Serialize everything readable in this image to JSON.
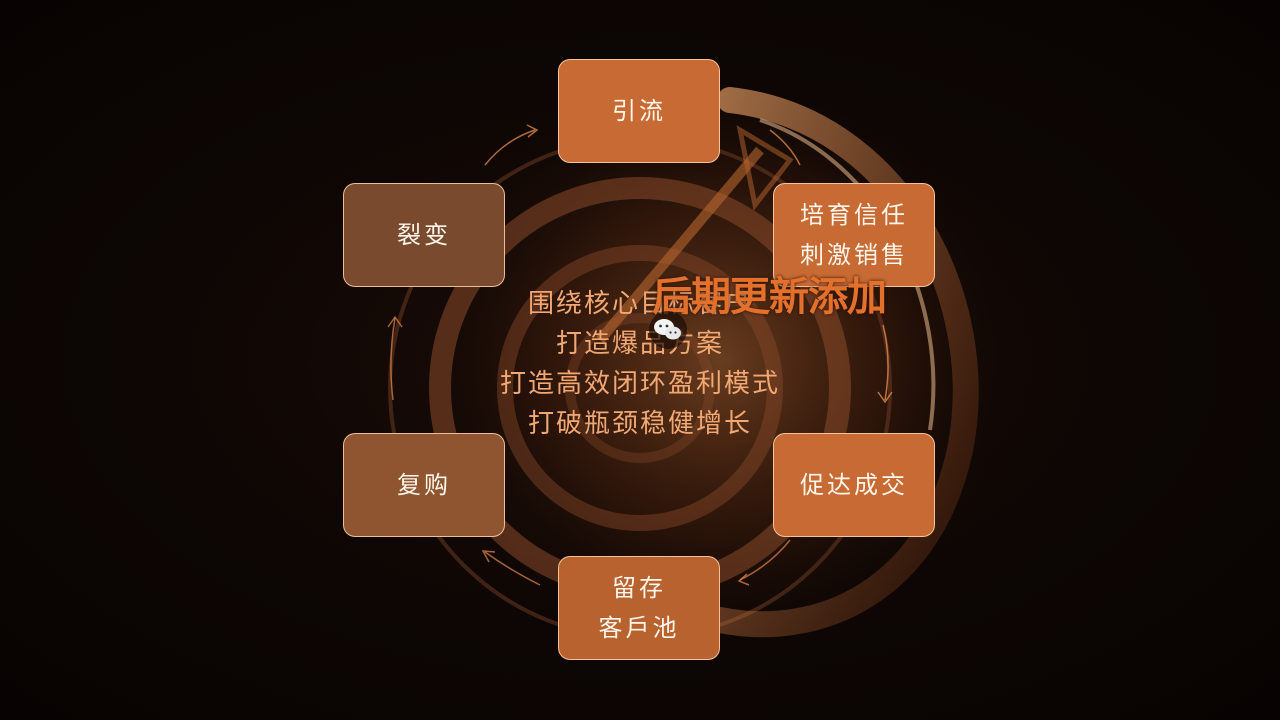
{
  "colors": {
    "background": "#0c0504",
    "node_orange": "#c76a34",
    "node_brown": "#7a4a2f",
    "ring": "#e58a4c",
    "center_text": "#f2a873",
    "watermark": "#e4712b"
  },
  "cycle": {
    "nodes": [
      {
        "id": "yinliu",
        "lines": [
          "引流"
        ]
      },
      {
        "id": "peiyu",
        "lines": [
          "培育信任",
          "刺激销售"
        ]
      },
      {
        "id": "cuda",
        "lines": [
          "促达成交"
        ]
      },
      {
        "id": "liucun",
        "lines": [
          "留存",
          "客戶池"
        ]
      },
      {
        "id": "fugou",
        "lines": [
          "复购"
        ]
      },
      {
        "id": "liebian",
        "lines": [
          "裂变"
        ]
      }
    ]
  },
  "center": {
    "lines": [
      "围绕核心目标客户",
      "打造爆品方案",
      "打造高效闭环盈利模式",
      "打破瓶颈稳健增长"
    ]
  },
  "watermark": {
    "text": "后期更新添加",
    "icon": "wechat-icon"
  }
}
